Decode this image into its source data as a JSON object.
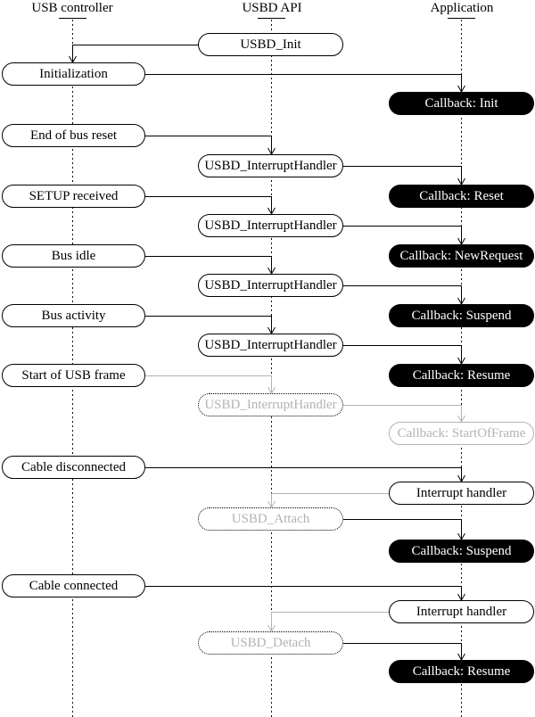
{
  "diagram": {
    "columns": [
      {
        "label": "USB controller"
      },
      {
        "label": "USBD API"
      },
      {
        "label": "Application"
      }
    ],
    "colors": {
      "foreground": "#000000",
      "background": "#ffffff",
      "inactive_gray": "#b3b3b3",
      "callback_fill": "#000000",
      "callback_text": "#ffffff"
    },
    "nodes": {
      "usbd_init": {
        "label": "USBD_Init"
      },
      "initialization": {
        "label": "Initialization"
      },
      "cb_init": {
        "label": "Callback: Init"
      },
      "end_of_bus_reset": {
        "label": "End of bus reset"
      },
      "uih_reset": {
        "label": "USBD_InterruptHandler"
      },
      "setup_received": {
        "label": "SETUP received"
      },
      "cb_reset": {
        "label": "Callback: Reset"
      },
      "uih_newrequest": {
        "label": "USBD_InterruptHandler"
      },
      "bus_idle": {
        "label": "Bus idle"
      },
      "cb_newrequest": {
        "label": "Callback: NewRequest"
      },
      "uih_suspend": {
        "label": "USBD_InterruptHandler"
      },
      "bus_activity": {
        "label": "Bus activity"
      },
      "cb_suspend_1": {
        "label": "Callback: Suspend"
      },
      "uih_resume": {
        "label": "USBD_InterruptHandler"
      },
      "start_of_usb_frame": {
        "label": "Start of USB frame"
      },
      "cb_resume_1": {
        "label": "Callback: Resume"
      },
      "uih_sof_ghost": {
        "label": "USBD_InterruptHandler"
      },
      "cb_startofframe_ghost": {
        "label": "Callback: StartOfFrame"
      },
      "cable_disconnected": {
        "label": "Cable disconnected"
      },
      "interrupt_handler_1": {
        "label": "Interrupt handler"
      },
      "usbd_attach_ghost": {
        "label": "USBD_Attach"
      },
      "cb_suspend_2": {
        "label": "Callback: Suspend"
      },
      "cable_connected": {
        "label": "Cable connected"
      },
      "interrupt_handler_2": {
        "label": "Interrupt handler"
      },
      "usbd_detach_ghost": {
        "label": "USBD_Detach"
      },
      "cb_resume_2": {
        "label": "Callback: Resume"
      }
    },
    "edges": [
      {
        "from": "usbd_init",
        "to": "initialization",
        "color": "black"
      },
      {
        "from": "initialization",
        "to": "cb_init",
        "color": "black"
      },
      {
        "from": "end_of_bus_reset",
        "to": "uih_reset",
        "color": "black"
      },
      {
        "from": "uih_reset",
        "to": "cb_reset",
        "color": "black"
      },
      {
        "from": "setup_received",
        "to": "uih_newrequest",
        "color": "black"
      },
      {
        "from": "uih_newrequest",
        "to": "cb_newrequest",
        "color": "black"
      },
      {
        "from": "bus_idle",
        "to": "uih_suspend",
        "color": "black"
      },
      {
        "from": "uih_suspend",
        "to": "cb_suspend_1",
        "color": "black"
      },
      {
        "from": "bus_activity",
        "to": "uih_resume",
        "color": "black"
      },
      {
        "from": "uih_resume",
        "to": "cb_resume_1",
        "color": "black"
      },
      {
        "from": "start_of_usb_frame",
        "to": "uih_sof_ghost",
        "color": "gray"
      },
      {
        "from": "uih_sof_ghost",
        "to": "cb_startofframe_ghost",
        "color": "gray"
      },
      {
        "from": "cable_disconnected",
        "to": "interrupt_handler_1",
        "color": "black"
      },
      {
        "from": "interrupt_handler_1",
        "to": "usbd_attach_ghost",
        "color": "gray"
      },
      {
        "from": "usbd_attach_ghost",
        "to": "cb_suspend_2",
        "color": "black"
      },
      {
        "from": "cable_connected",
        "to": "interrupt_handler_2",
        "color": "black"
      },
      {
        "from": "interrupt_handler_2",
        "to": "usbd_detach_ghost",
        "color": "gray"
      },
      {
        "from": "usbd_detach_ghost",
        "to": "cb_resume_2",
        "color": "black"
      }
    ]
  }
}
